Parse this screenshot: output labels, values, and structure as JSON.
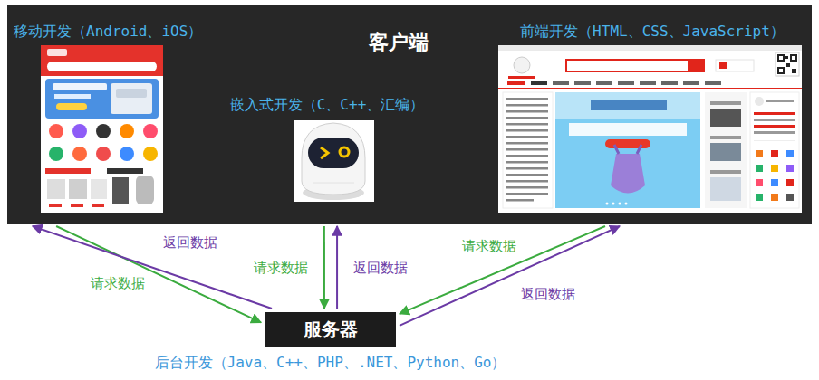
{
  "diagram": {
    "nodes": [
      {
        "text": [
          "客户端"
        ]
      },
      {
        "text": [
          "移动开发（Android、iOS）"
        ],
        "in": 0
      },
      {
        "text": [
          "嵌入式开发（C、C++、汇编）"
        ],
        "in": 0
      },
      {
        "text": [
          "前端开发（HTML、CSS、JavaScript）"
        ],
        "in": 0
      },
      {
        "text": [
          "服务器",
          "后台开发（Java、C++、PHP、.NET、Python、Go）"
        ]
      }
    ],
    "edges": [
      {
        "from": 1,
        "to": 4,
        "label": "请求数据",
        "arrow": "to"
      },
      {
        "from": 4,
        "to": 1,
        "label": "返回数据",
        "arrow": "to"
      },
      {
        "from": 2,
        "to": 4,
        "label": "请求数据",
        "arrow": "to"
      },
      {
        "from": 4,
        "to": 2,
        "label": "返回数据",
        "arrow": "to"
      },
      {
        "from": 3,
        "to": 4,
        "label": "请求数据",
        "arrow": "to"
      },
      {
        "from": 4,
        "to": 3,
        "label": "返回数据",
        "arrow": "to"
      }
    ]
  }
}
